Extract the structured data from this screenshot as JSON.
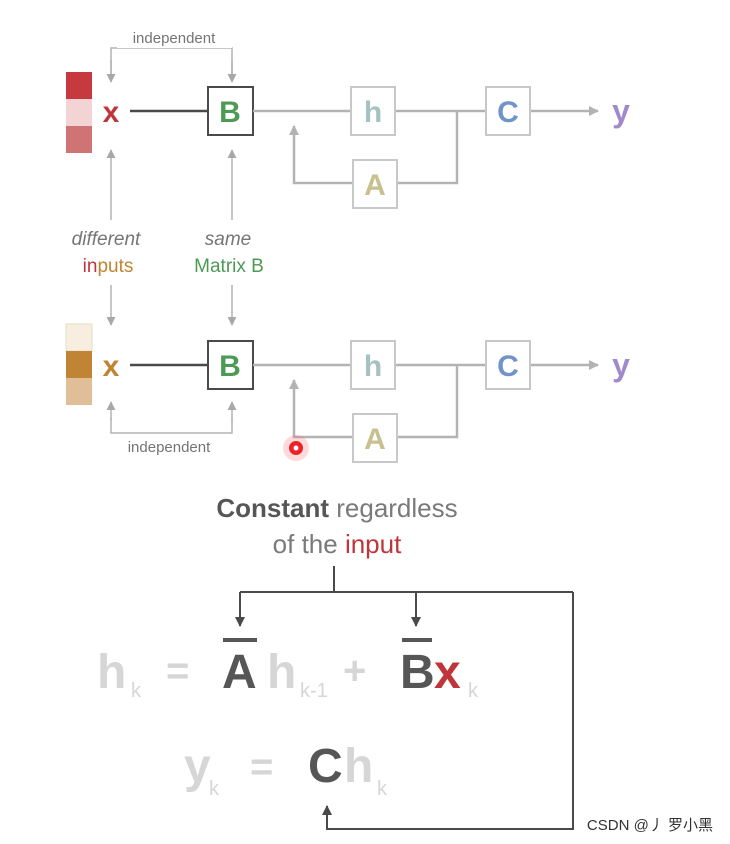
{
  "colors": {
    "line": "#b3b3b3",
    "line_dark": "#4a4a4a",
    "arrow_light": "#a8a8a8",
    "x_red": "#c0353a",
    "x_orange": "#c08433",
    "b_green": "#4d9a55",
    "h_teal": "#a6c1c1",
    "c_blue": "#7094c8",
    "a_khaki": "#c9c091",
    "y_purple": "#a08acb",
    "label_gray": "#747474",
    "label_italic": "#757575",
    "highlight_red": "#c0353a",
    "highlight_orange": "#c08433",
    "formula_light": "#d6d6d6",
    "formula_dark": "#565656",
    "cursor_red": "#e8232a",
    "watermark": "#333333"
  },
  "input_swatches": {
    "top": [
      "#c5393f",
      "#f1d4d3",
      "#d07375"
    ],
    "bottom": [
      "#f8eedf",
      "#c08534",
      "#e0bf98"
    ]
  },
  "top_row": {
    "independent_label": "independent",
    "x_label": "x",
    "b_label": "B",
    "h_label": "h",
    "a_label": "A",
    "c_label": "C",
    "y_label": "y"
  },
  "middle": {
    "different_word": "different",
    "inputs_part1": "in",
    "inputs_part2": "puts",
    "same_word": "same",
    "matrix_b": "Matrix B"
  },
  "bottom_row": {
    "independent_label": "independent",
    "x_label": "x",
    "b_label": "B",
    "h_label": "h",
    "a_label": "A",
    "c_label": "C",
    "y_label": "y"
  },
  "annotation": {
    "constant_bold": "Constant",
    "regardless": " regardless",
    "of_the": "of the ",
    "input_word": "input"
  },
  "formula": {
    "h": "h",
    "k": "k",
    "equals": "=",
    "A": "A",
    "k_minus_1": "k-1",
    "plus": "+",
    "B": "B",
    "x": "x",
    "y": "y",
    "C": "C"
  },
  "watermark": "CSDN @丿 罗小黑"
}
